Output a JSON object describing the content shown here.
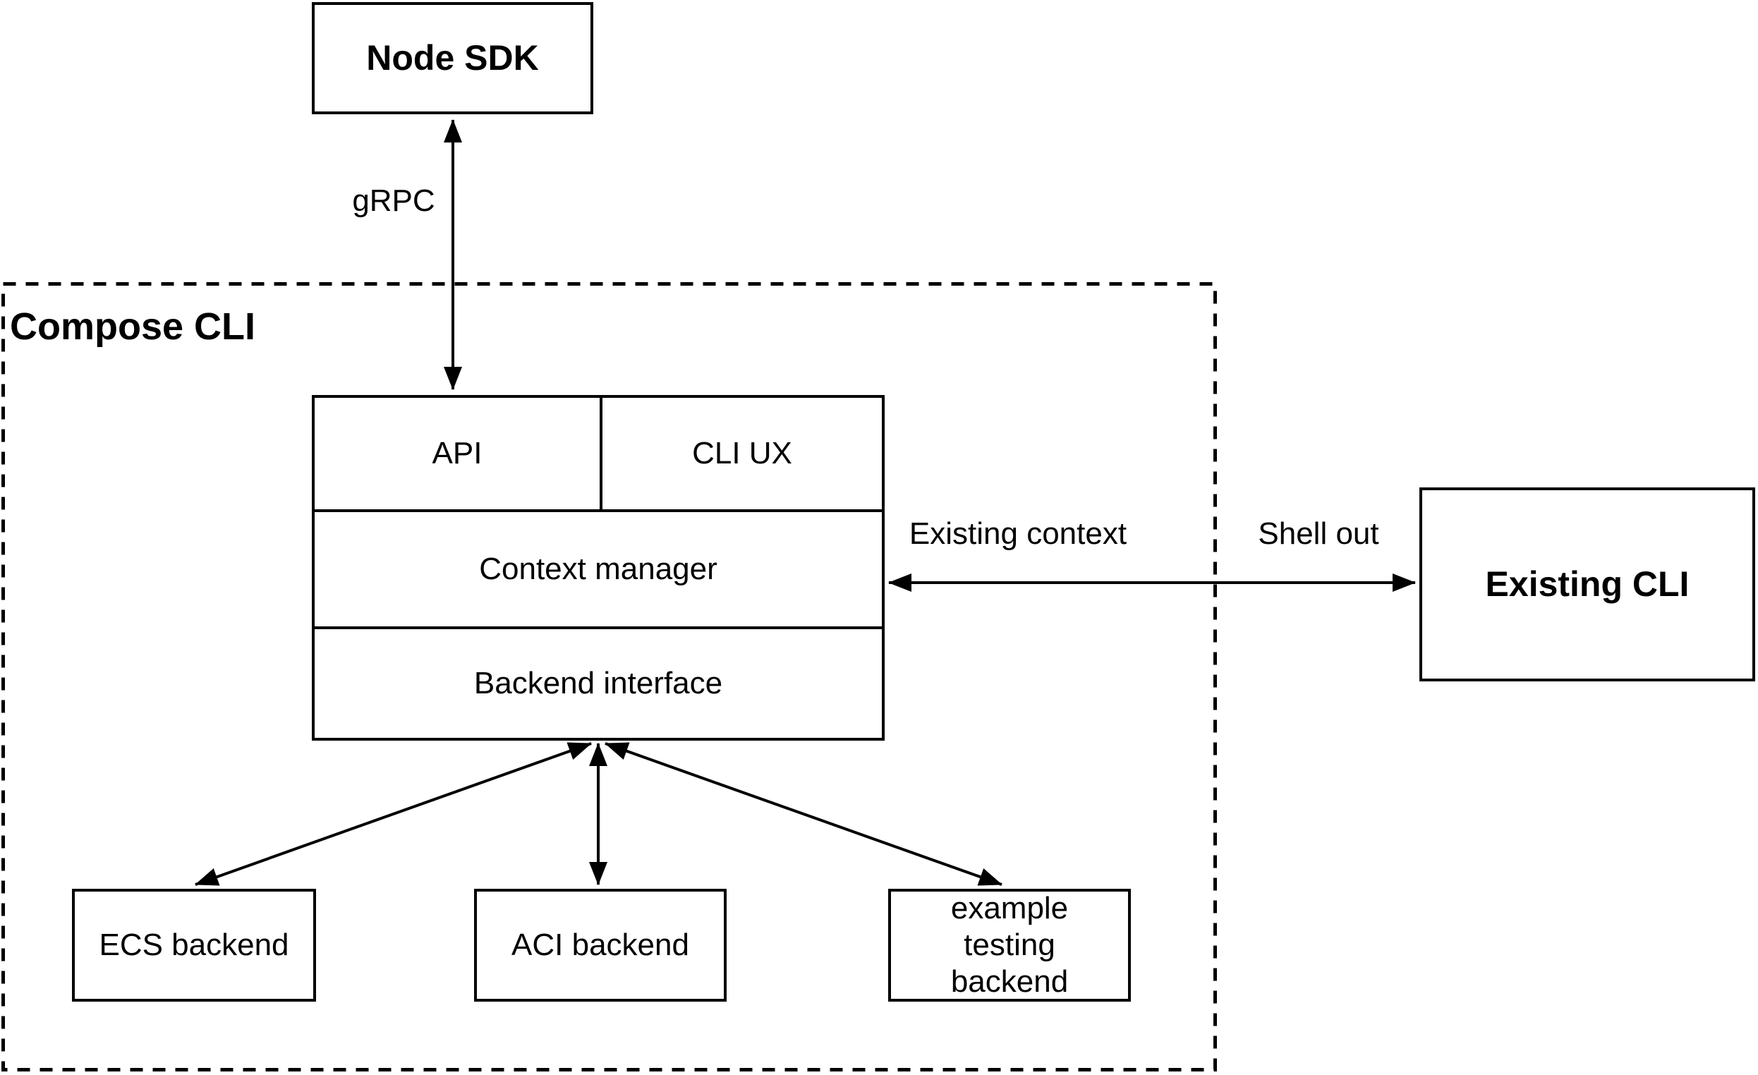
{
  "canvas": {
    "background": "#ffffff",
    "stroke": "#000000"
  },
  "container": {
    "label": "Compose CLI"
  },
  "nodes": {
    "node_sdk": {
      "label": "Node SDK"
    },
    "api": {
      "label": "API"
    },
    "cli_ux": {
      "label": "CLI UX"
    },
    "context_manager": {
      "label": "Context manager"
    },
    "backend_interface": {
      "label": "Backend interface"
    },
    "existing_cli": {
      "label": "Existing CLI"
    },
    "ecs_backend": {
      "label": "ECS backend"
    },
    "aci_backend": {
      "label": "ACI backend"
    },
    "example_testing_backend": {
      "label": "example testing backend"
    }
  },
  "edges": {
    "grpc": {
      "label": "gRPC",
      "type": "bidirectional"
    },
    "existing_context": {
      "label": "Existing context",
      "type": "bidirectional"
    },
    "shell_out": {
      "label": "Shell out",
      "type": "bidirectional"
    },
    "backend_to_ecs": {
      "label": "",
      "type": "bidirectional"
    },
    "backend_to_aci": {
      "label": "",
      "type": "bidirectional"
    },
    "backend_to_example": {
      "label": "",
      "type": "bidirectional"
    }
  }
}
